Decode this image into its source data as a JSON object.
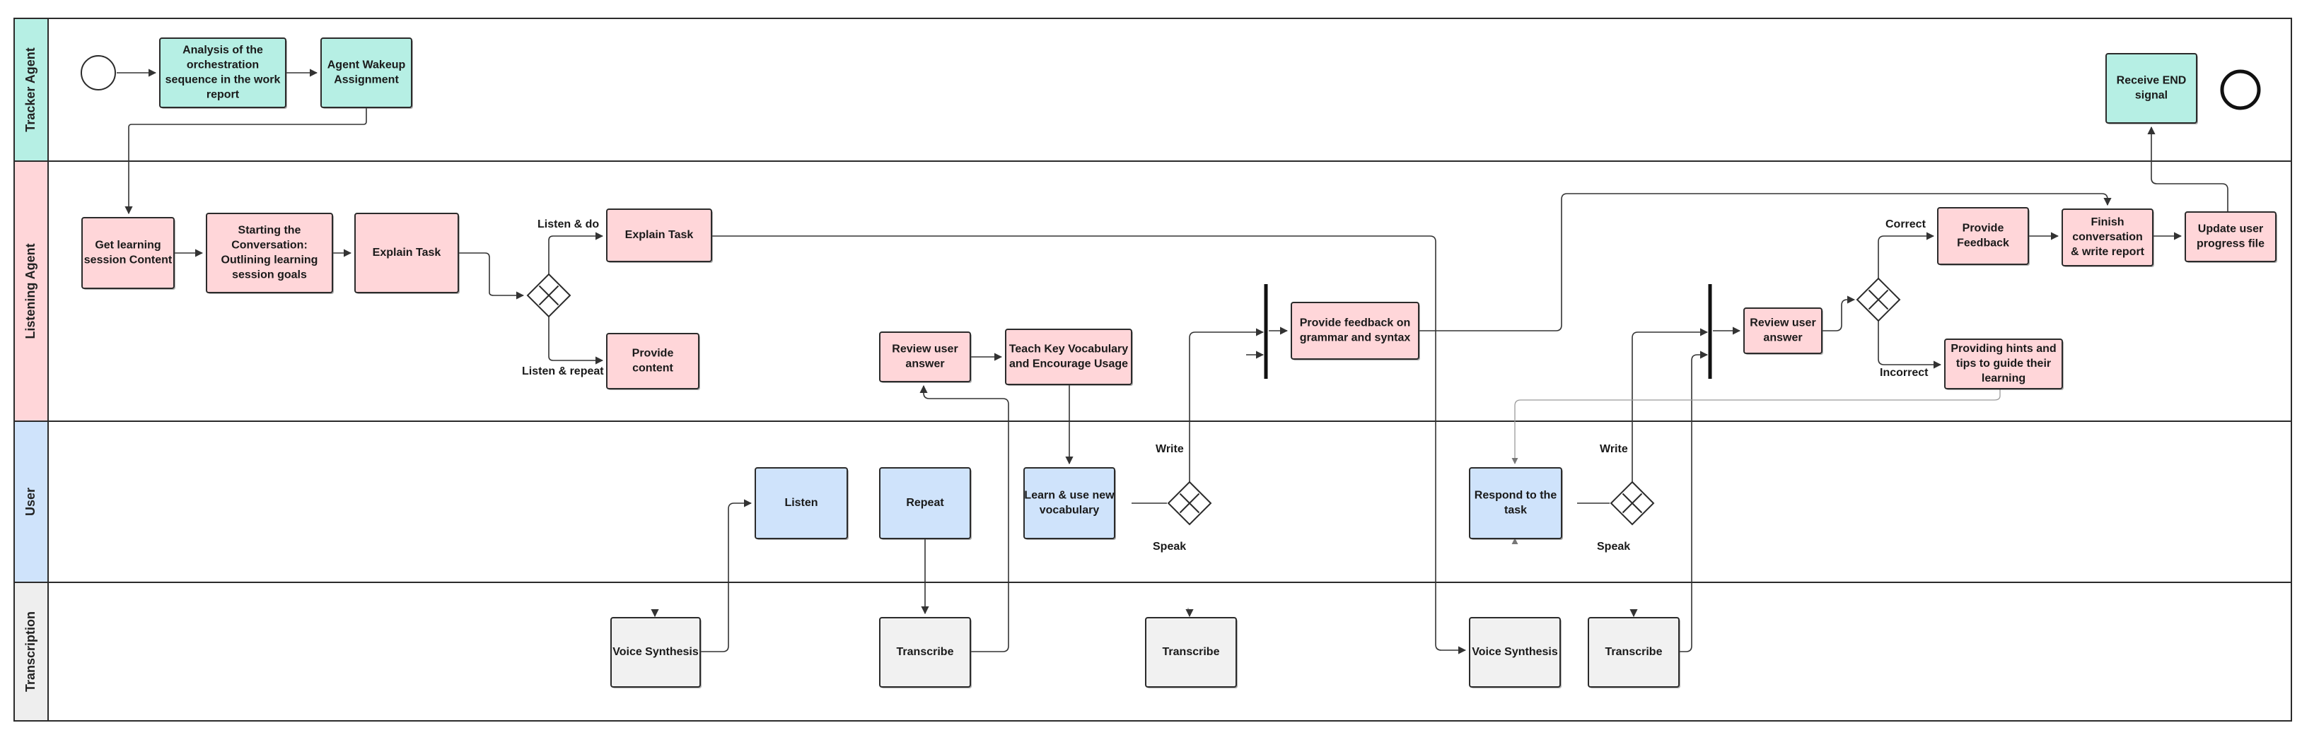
{
  "colors": {
    "tracker_lane": "#b6efe4",
    "listening_lane": "#ffd6d9",
    "user_lane": "#cfe3fb",
    "transcription_lane": "#eeeeee",
    "tracker_task": "#b6efe4",
    "listening_task": "#ffd6d9",
    "user_task": "#cfe3fb",
    "transcription_task": "#f1f1f1"
  },
  "lanes": [
    {
      "id": "tracker",
      "label": "Tracker Agent"
    },
    {
      "id": "listening",
      "label": "Listening Agent"
    },
    {
      "id": "user",
      "label": "User"
    },
    {
      "id": "transcription",
      "label": "Transcription"
    }
  ],
  "tasks": [
    {
      "id": "t_analysis",
      "lane": "tracker",
      "lines": [
        "Analysis of the",
        "orchestration",
        "sequence in the work",
        "report"
      ]
    },
    {
      "id": "t_wakeup",
      "lane": "tracker",
      "lines": [
        "Agent Wakeup",
        "Assignment"
      ]
    },
    {
      "id": "t_receive_end",
      "lane": "tracker",
      "lines": [
        "Receive END",
        "signal"
      ]
    },
    {
      "id": "l_get_content",
      "lane": "listening",
      "lines": [
        "Get learning",
        "session Content"
      ]
    },
    {
      "id": "l_starting",
      "lane": "listening",
      "lines": [
        "Starting the",
        "Conversation:",
        "Outlining learning",
        "session goals"
      ]
    },
    {
      "id": "l_explain1",
      "lane": "listening",
      "lines": [
        "Explain Task"
      ]
    },
    {
      "id": "l_explain2",
      "lane": "listening",
      "lines": [
        "Explain Task"
      ]
    },
    {
      "id": "l_provide_content",
      "lane": "listening",
      "lines": [
        "Provide",
        "content"
      ]
    },
    {
      "id": "l_review1",
      "lane": "listening",
      "lines": [
        "Review user",
        "answer"
      ]
    },
    {
      "id": "l_teach",
      "lane": "listening",
      "lines": [
        "Teach Key Vocabulary",
        "and Encourage Usage"
      ]
    },
    {
      "id": "l_feedback_grammar",
      "lane": "listening",
      "lines": [
        "Provide feedback on",
        "grammar and syntax"
      ]
    },
    {
      "id": "l_review2",
      "lane": "listening",
      "lines": [
        "Review user",
        "answer"
      ]
    },
    {
      "id": "l_provide_feedback",
      "lane": "listening",
      "lines": [
        "Provide",
        "Feedback"
      ]
    },
    {
      "id": "l_hints",
      "lane": "listening",
      "lines": [
        "Providing hints and",
        "tips to guide their",
        "learning"
      ]
    },
    {
      "id": "l_finish",
      "lane": "listening",
      "lines": [
        "Finish",
        "conversation",
        "& write report"
      ]
    },
    {
      "id": "l_update",
      "lane": "listening",
      "lines": [
        "Update user",
        "progress file"
      ]
    },
    {
      "id": "u_listen",
      "lane": "user",
      "lines": [
        "Listen"
      ]
    },
    {
      "id": "u_repeat",
      "lane": "user",
      "lines": [
        "Repeat"
      ]
    },
    {
      "id": "u_learn",
      "lane": "user",
      "lines": [
        "Learn & use new",
        "vocabulary"
      ]
    },
    {
      "id": "u_respond",
      "lane": "user",
      "lines": [
        "Respond to the",
        "task"
      ]
    },
    {
      "id": "s_voice1",
      "lane": "transcription",
      "lines": [
        "Voice Synthesis"
      ]
    },
    {
      "id": "s_transcribe1",
      "lane": "transcription",
      "lines": [
        "Transcribe"
      ]
    },
    {
      "id": "s_transcribe2",
      "lane": "transcription",
      "lines": [
        "Transcribe"
      ]
    },
    {
      "id": "s_voice2",
      "lane": "transcription",
      "lines": [
        "Voice Synthesis"
      ]
    },
    {
      "id": "s_transcribe3",
      "lane": "transcription",
      "lines": [
        "Transcribe"
      ]
    }
  ],
  "gateways": [
    {
      "id": "g_listen_split"
    },
    {
      "id": "g_write_speak1"
    },
    {
      "id": "g_write_speak2"
    },
    {
      "id": "g_correct"
    }
  ],
  "events": [
    {
      "id": "e_start",
      "kind": "start"
    },
    {
      "id": "e_end",
      "kind": "end"
    }
  ],
  "forks": [
    {
      "id": "f_join1"
    },
    {
      "id": "f_join2"
    }
  ],
  "edge_labels": [
    {
      "id": "lbl_listen_do",
      "text": "Listen & do"
    },
    {
      "id": "lbl_listen_repeat",
      "text": "Listen & repeat"
    },
    {
      "id": "lbl_write1",
      "text": "Write"
    },
    {
      "id": "lbl_speak1",
      "text": "Speak"
    },
    {
      "id": "lbl_write2",
      "text": "Write"
    },
    {
      "id": "lbl_speak2",
      "text": "Speak"
    },
    {
      "id": "lbl_correct",
      "text": "Correct"
    },
    {
      "id": "lbl_incorrect",
      "text": "Incorrect"
    }
  ]
}
